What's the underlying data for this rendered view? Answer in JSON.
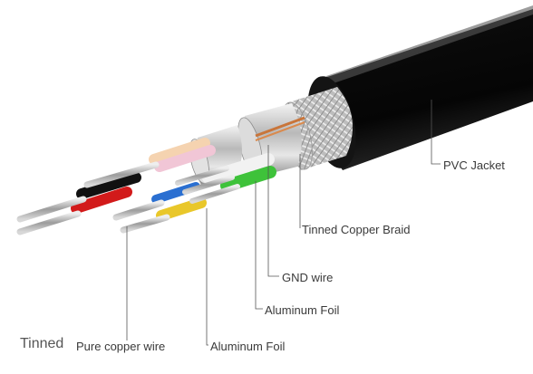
{
  "labels": {
    "pvc_jacket": "PVC Jacket",
    "tinned_copper_braid": "Tinned  Copper Braid",
    "gnd_wire": "GND wire",
    "aluminum_foil_outer": "Aluminum Foil",
    "aluminum_foil_inner": "Aluminum Foil",
    "tinned": "Tinned",
    "pure_copper_wire": "Pure copper wire"
  },
  "colors": {
    "jacket": "#0b0b0b",
    "braid": "#c9c9c9",
    "foil": "#d8d8d8",
    "wire_red": "#d21a1a",
    "wire_black": "#111111",
    "wire_white": "#f2f2f2",
    "wire_pink": "#f1c6d6",
    "wire_peach": "#f5d3b0",
    "wire_blue": "#2a6fd1",
    "wire_yellow": "#e9c72a",
    "wire_green": "#3ec23a",
    "copper": "#c9753a",
    "leader": "#555555"
  }
}
